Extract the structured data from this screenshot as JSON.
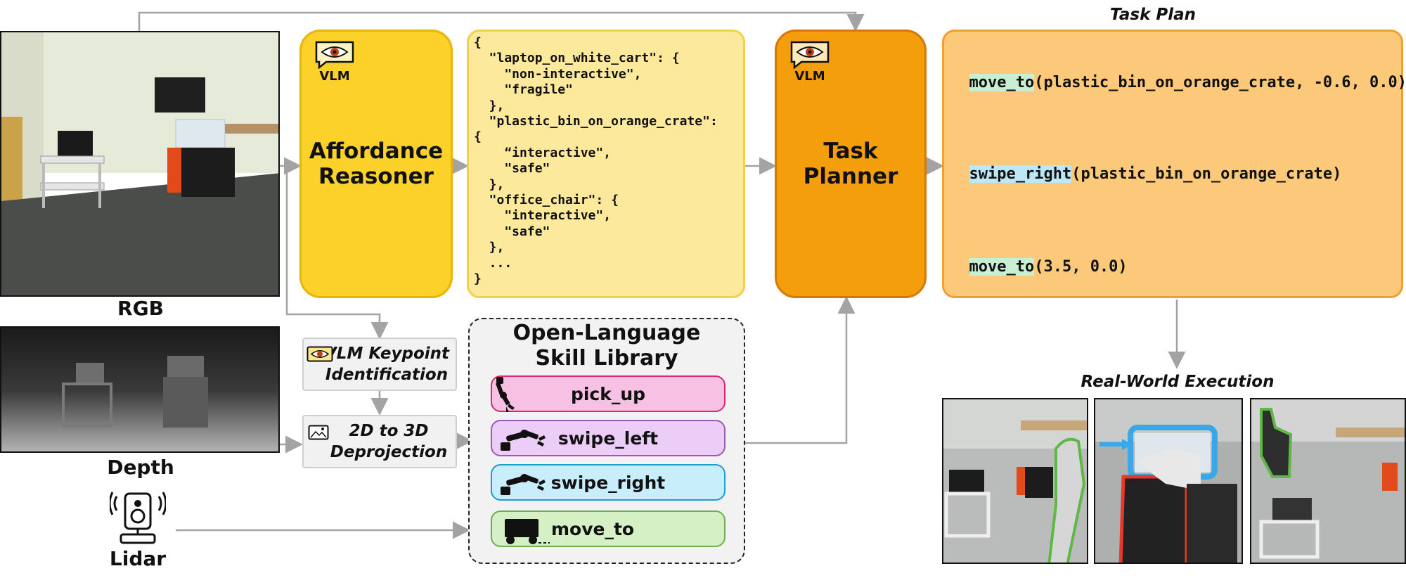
{
  "inputs": {
    "rgb_label": "RGB",
    "depth_label": "Depth",
    "lidar_label": "Lidar"
  },
  "affordance": {
    "badge": "VLM",
    "title_line1": "Affordance",
    "title_line2": "Reasoner",
    "output_lines": [
      "{",
      "  \"laptop_on_white_cart\": {",
      "    \"non-interactive\",",
      "    \"fragile\"",
      "  },",
      "  \"plastic_bin_on_orange_crate\":",
      "{",
      "    “interactive\",",
      "    \"safe\"",
      "  },",
      "  \"office_chair\": {",
      "    \"interactive\",",
      "    \"safe\"",
      "  },",
      "  ...",
      "}"
    ]
  },
  "planner": {
    "badge": "VLM",
    "title_line1": "Task",
    "title_line2": "Planner"
  },
  "task_plan": {
    "heading": "Task Plan",
    "steps": [
      {
        "fn": "move_to",
        "args": "(plastic_bin_on_orange_crate, -0.6, 0.0)"
      },
      {
        "fn": "swipe_right",
        "args": "(plastic_bin_on_orange_crate)"
      },
      {
        "fn": "move_to",
        "args": "(3.5, 0.0)"
      }
    ]
  },
  "perception": {
    "keypoint_line1": "VLM Keypoint",
    "keypoint_line2": "Identification",
    "deproj_line1": "2D to 3D",
    "deproj_line2": "Deprojection"
  },
  "skill_library": {
    "title_line1": "Open-Language",
    "title_line2": "Skill Library",
    "skills": [
      {
        "label": "pick_up"
      },
      {
        "label": "swipe_left"
      },
      {
        "label": "swipe_right"
      },
      {
        "label": "move_to"
      }
    ]
  },
  "execution": {
    "heading": "Real-World Execution"
  },
  "colors": {
    "affordance_fill": "#fcd22a",
    "affordance_border": "#eab308",
    "json_fill": "#fde99b",
    "planner_fill": "#f59e0b",
    "planner_border": "#d97706",
    "plan_fill": "#fcc97a",
    "plan_border": "#f0a030",
    "pick_up_fill": "#f7c1e3",
    "swipe_left_fill": "#eccdf7",
    "swipe_right_fill": "#c8eefc",
    "move_to_fill": "#d6f0c6",
    "arrow": "#a3a3a3"
  },
  "icons": [
    "eye-icon",
    "robot-arm-icon",
    "wheeled-base-icon",
    "lidar-sensor-icon",
    "camera-image-icon"
  ]
}
